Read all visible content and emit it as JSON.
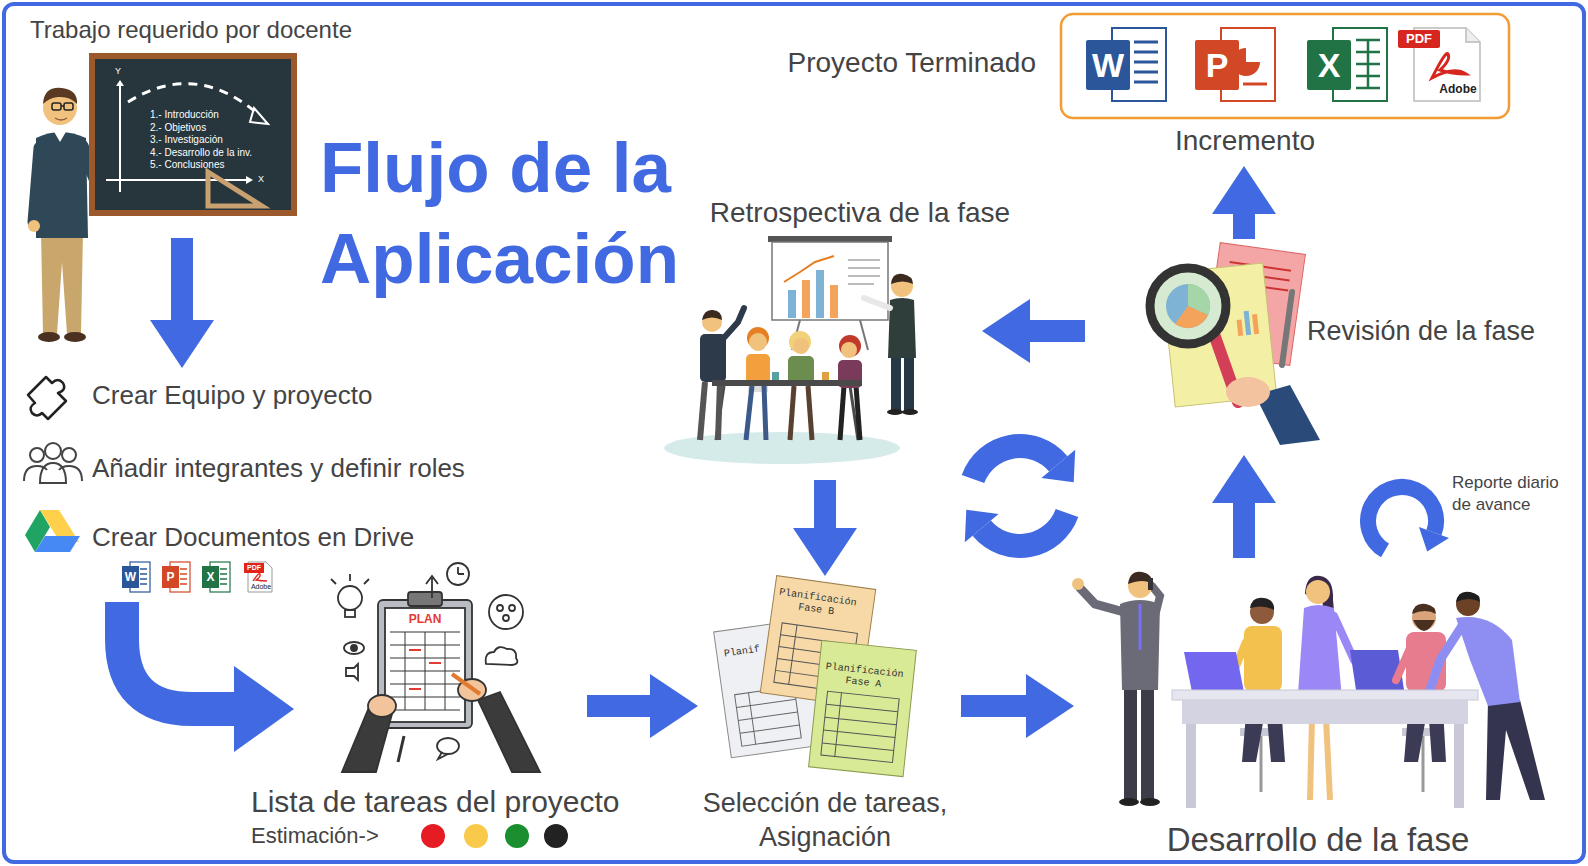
{
  "diagram": {
    "title": "Flujo de la Aplicación",
    "nodes": [
      {
        "text": [
          "Trabajo requerido por docente"
        ]
      },
      {
        "text": [
          "Crear Equipo y proyecto"
        ]
      },
      {
        "text": [
          "Añadir integrantes y definir roles"
        ]
      },
      {
        "text": [
          "Crear Documentos en Drive"
        ]
      },
      {
        "text": [
          "Lista de tareas del proyecto",
          "Estimación->"
        ]
      },
      {
        "text": [
          "Selección de tareas, Asignación"
        ]
      },
      {
        "text": [
          "Desarrollo de la fase"
        ]
      },
      {
        "text": [
          "Revisión de la fase"
        ]
      },
      {
        "text": [
          "Retrospectiva de la fase"
        ]
      },
      {
        "text": [
          "Proyecto Terminado",
          "Incremento"
        ]
      }
    ],
    "edges": [
      {
        "from": 0,
        "to": 1,
        "arrow": "to"
      },
      {
        "from": 3,
        "to": 4,
        "arrow": "to"
      },
      {
        "from": 4,
        "to": 5,
        "arrow": "to"
      },
      {
        "from": 5,
        "to": 6,
        "arrow": "to"
      },
      {
        "from": 6,
        "to": 7,
        "arrow": "to"
      },
      {
        "from": 7,
        "to": 8,
        "arrow": "to"
      },
      {
        "from": 8,
        "to": 5,
        "arrow": "to"
      },
      {
        "from": 7,
        "to": 9,
        "arrow": "to"
      }
    ],
    "labels": [
      "W",
      "P",
      "X",
      "PDF",
      "Adobe",
      "Y",
      "1.- Introducción",
      "2.- Objetivos",
      "3.- Investigación",
      "4.- Desarrollo de la inv.",
      "5.- Conclusiones",
      "X",
      "W",
      "P",
      "X",
      "PDF",
      "Adobe",
      "PLAN",
      "Planificación Fase B",
      "Planif",
      "Planificación Fase A",
      "Reporte diario de avance"
    ]
  }
}
